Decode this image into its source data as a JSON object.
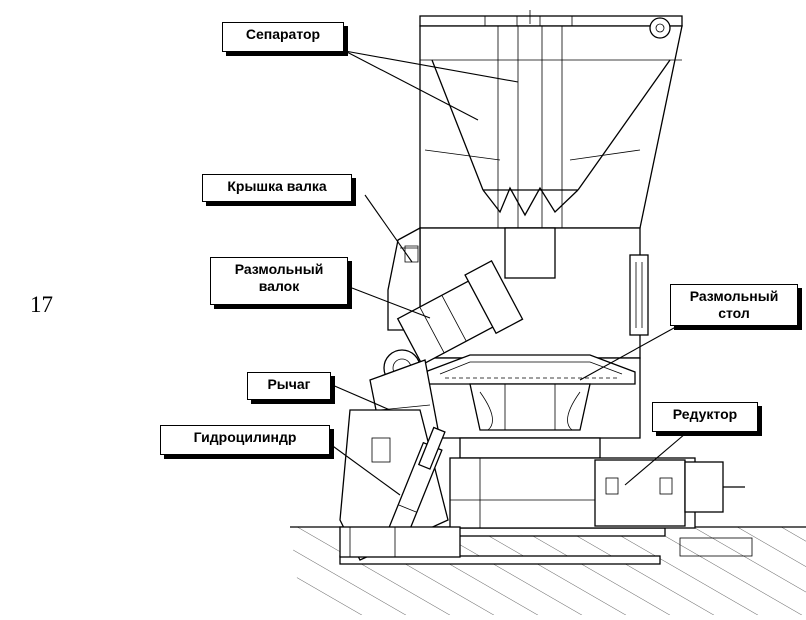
{
  "page_number": "17",
  "labels": {
    "separator": "Сепаратор",
    "roller_cover": "Крышка валка",
    "grinding_roller": "Размольный\nвалок",
    "grinding_table": "Размольный\nстол",
    "lever": "Рычаг",
    "hydraulic_cylinder": "Гидроцилиндр",
    "gearbox": "Редуктор"
  }
}
